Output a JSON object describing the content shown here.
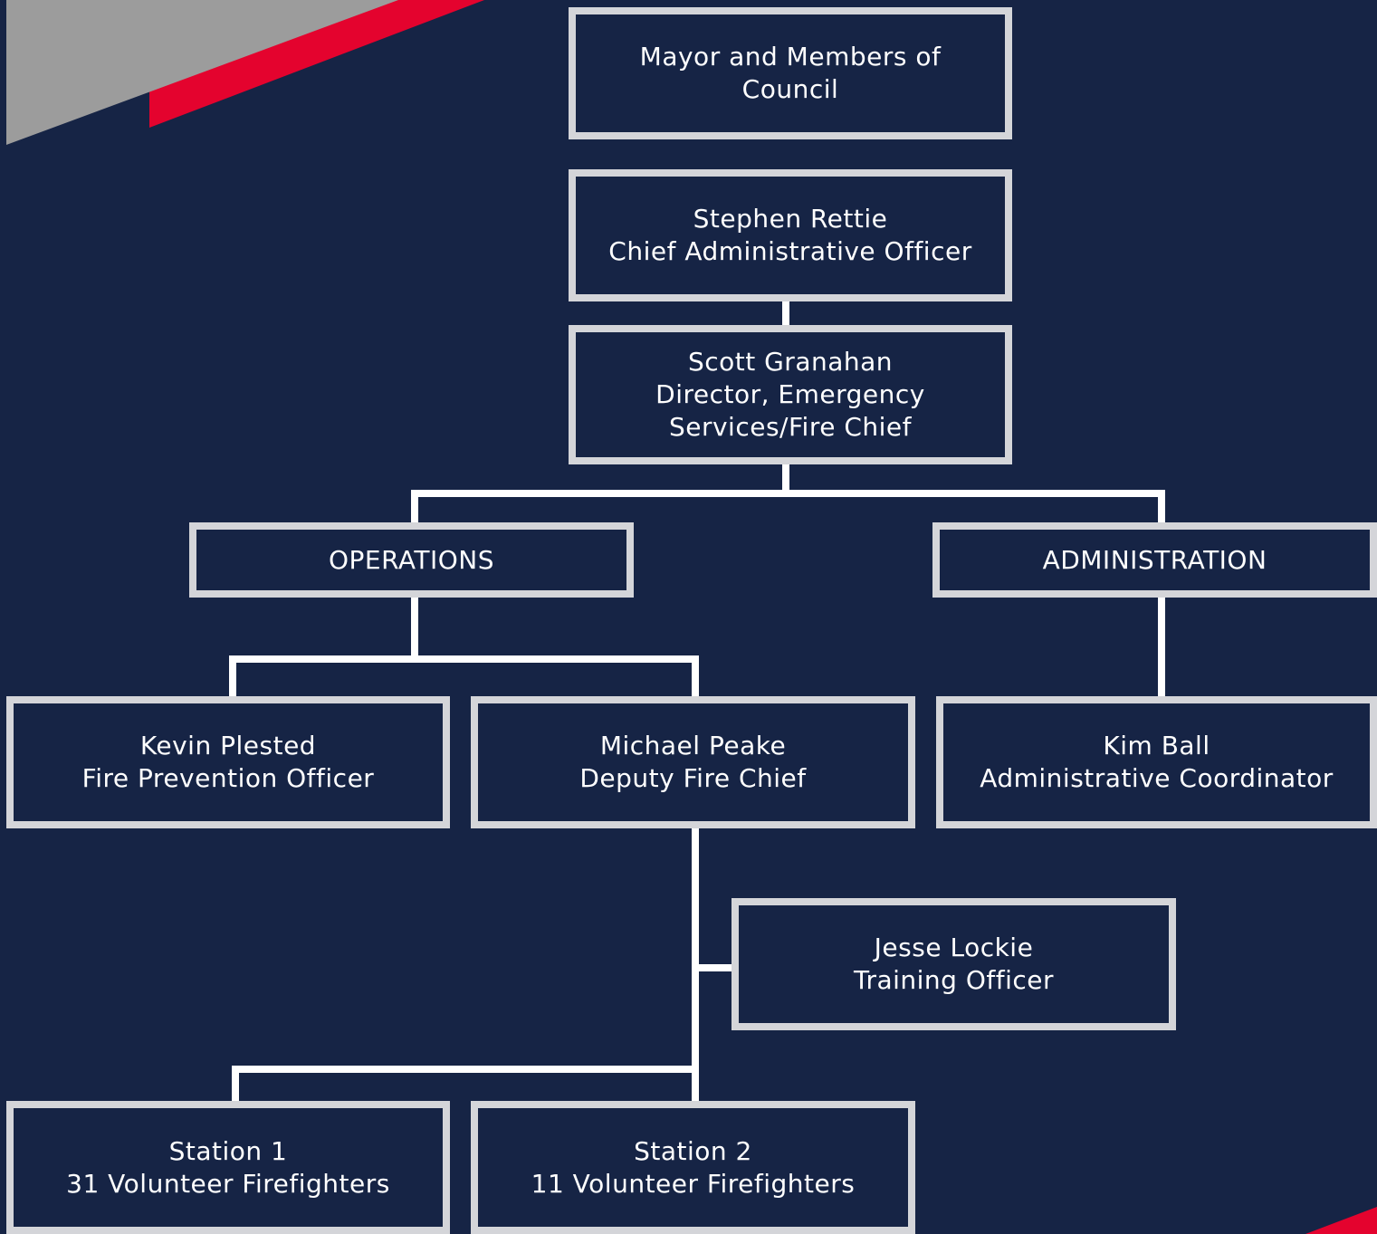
{
  "org_chart": {
    "mayor": {
      "line1": "Mayor and Members of",
      "line2": "Council"
    },
    "cao": {
      "name": "Stephen Rettie",
      "title": "Chief Administrative Officer"
    },
    "chief": {
      "name": "Scott Granahan",
      "title_line1": "Director, Emergency",
      "title_line2": "Services/Fire Chief"
    },
    "operations": {
      "label": "OPERATIONS"
    },
    "administration": {
      "label": "ADMINISTRATION"
    },
    "fire_prevention": {
      "name": "Kevin Plested",
      "title": "Fire Prevention Officer"
    },
    "deputy": {
      "name": "Michael Peake",
      "title": "Deputy Fire Chief"
    },
    "coordinator": {
      "name": "Kim Ball",
      "title": "Administrative Coordinator"
    },
    "training": {
      "name": "Jesse Lockie",
      "title": "Training Officer"
    },
    "station1": {
      "name": "Station 1",
      "detail": "31 Volunteer Firefighters"
    },
    "station2": {
      "name": "Station 2",
      "detail": "11 Volunteer Firefighters"
    }
  },
  "colors": {
    "background": "#162445",
    "box_border": "#d4d5d9",
    "connector": "#ffffff",
    "accent_red": "#e4032e",
    "concrete_gray": "#9c9c9c"
  }
}
